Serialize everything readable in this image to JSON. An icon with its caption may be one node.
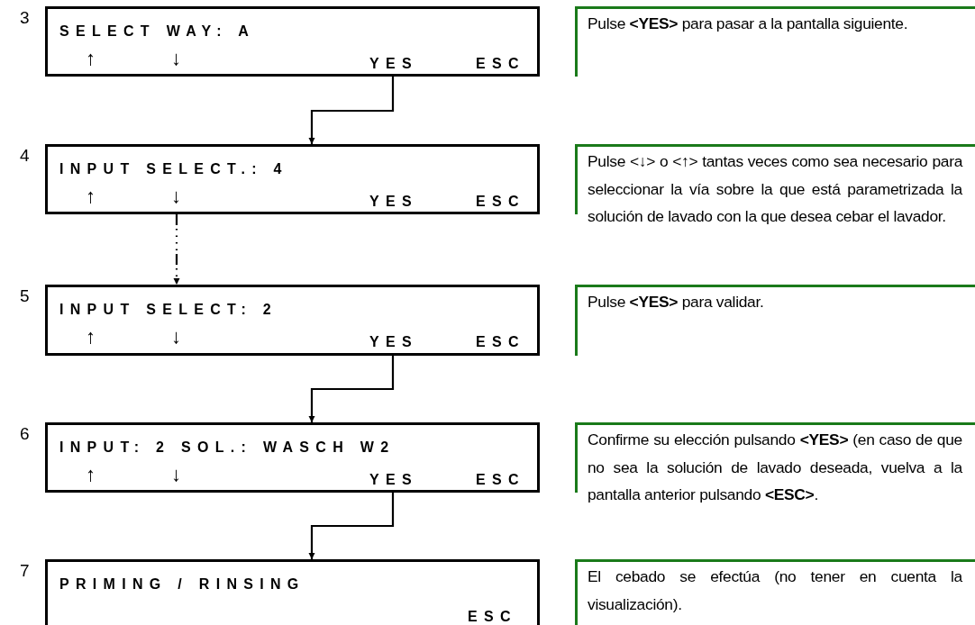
{
  "diagram": {
    "nodes": [
      {
        "text": [
          "SELECT WAY: A",
          "↑",
          "↓",
          "YES",
          "ESC"
        ],
        "beside": [
          "3"
        ]
      },
      {
        "text": [
          "INPUT SELECT.: 4",
          "↑",
          "↓",
          "YES",
          "ESC"
        ],
        "beside": [
          "4"
        ]
      },
      {
        "text": [
          "INPUT SELECT: 2",
          "↑",
          "↓",
          "YES",
          "ESC"
        ],
        "beside": [
          "5"
        ]
      },
      {
        "text": [
          "INPUT: 2 SOL.: WASCH W2",
          "↑",
          "↓",
          "YES",
          "ESC"
        ],
        "beside": [
          "6"
        ]
      },
      {
        "text": [
          "PRIMING / RINSING",
          "ESC"
        ],
        "beside": [
          "7"
        ]
      }
    ],
    "edges": [
      {
        "from": 0,
        "to": 1,
        "arrow": "to"
      },
      {
        "from": 1,
        "to": 2,
        "arrow": "to",
        "style": "dashed"
      },
      {
        "from": 2,
        "to": 3,
        "arrow": "to"
      },
      {
        "from": 3,
        "to": 4,
        "arrow": "to"
      }
    ],
    "labels": [
      "Pulse **<YES>** para pasar a la pantalla siguiente.",
      "Pulse <↓> o <↑> tantas veces como sea necesario para seleccionar la vía sobre la que está parametrizada la solución de lavado con la que desea cebar el lavador.",
      "Pulse **<YES>** para validar.",
      "Confirme su elección pulsando **<YES>** (en caso de que no sea la solución de lavado deseada, vuelva a la pantalla anterior pulsando **<ESC>**.",
      "El cebado se efectúa (no tener en cuenta la visualización)."
    ]
  }
}
